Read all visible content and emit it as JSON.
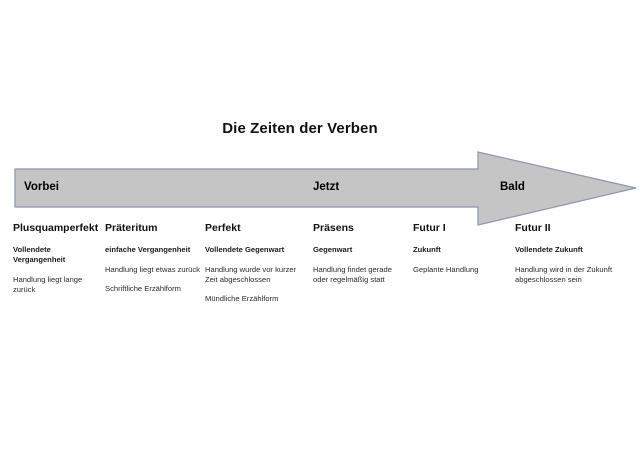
{
  "slide": {
    "title": "Die Zeiten der Verben",
    "background_color": "#ffffff"
  },
  "timeline_arrow": {
    "fill_color": "#c5c5c5",
    "border_color": "#8a97b0",
    "labels": {
      "past": "Vorbei",
      "present": "Jetzt",
      "future": "Bald"
    }
  },
  "columns": [
    {
      "tense": "Plusquamperfekt",
      "subtitle": "Vollendete Vergangenheit",
      "description": "Handlung liegt lange zurück",
      "extra": ""
    },
    {
      "tense": "Präteritum",
      "subtitle": "einfache Vergangenheit",
      "description": "Handlung liegt etwas zurück",
      "extra": "Schriftliche Erzählform"
    },
    {
      "tense": "Perfekt",
      "subtitle": "Vollendete Gegenwart",
      "description": "Handlung wurde vor kurzer Zeit abgeschlossen",
      "extra": "Mündliche Erzählform"
    },
    {
      "tense": "Präsens",
      "subtitle": "Gegenwart",
      "description": "Handlung findet gerade oder regelmäßig statt",
      "extra": ""
    },
    {
      "tense": "Futur I",
      "subtitle": "Zukunft",
      "description": "Geplante Handlung",
      "extra": ""
    },
    {
      "tense": "Futur II",
      "subtitle": "Vollendete Zukunft",
      "description": "Handlung wird in der Zukunft abgeschlossen sein",
      "extra": ""
    }
  ]
}
